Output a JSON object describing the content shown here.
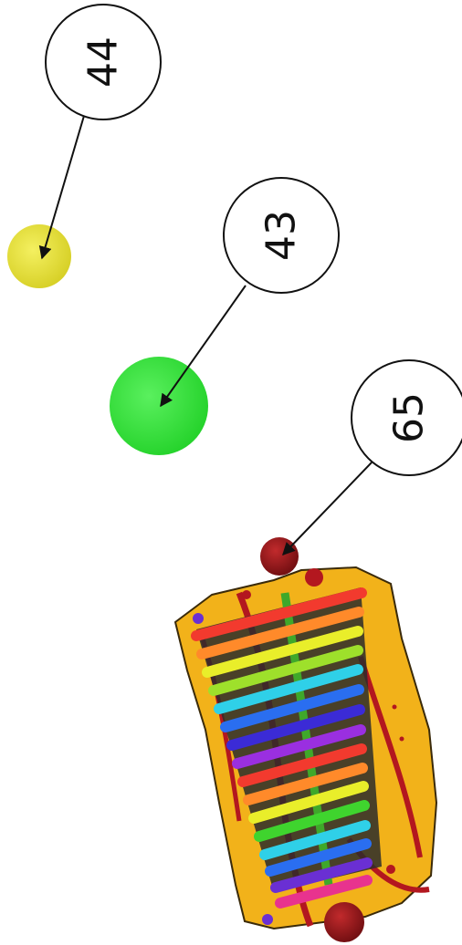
{
  "callouts": [
    {
      "id": "c44",
      "label": "44",
      "part": "yellow-ball"
    },
    {
      "id": "c43",
      "label": "43",
      "part": "green-ball"
    },
    {
      "id": "c65",
      "label": "65",
      "part": "red-end-knob"
    }
  ],
  "colors": {
    "yellow_ball": "#e8e23a",
    "green_ball": "#33e83a",
    "board": "#f2b21a",
    "board_stripe": "#b3171f",
    "knob": "#8e1418",
    "peg": "#6a2fd3",
    "bars": [
      "#f23a2e",
      "#ff8a2a",
      "#e9ee2a",
      "#9ee02b",
      "#2fd0e8",
      "#2a6ef0",
      "#3b2bd6",
      "#9a2fe0",
      "#e8338e"
    ]
  }
}
